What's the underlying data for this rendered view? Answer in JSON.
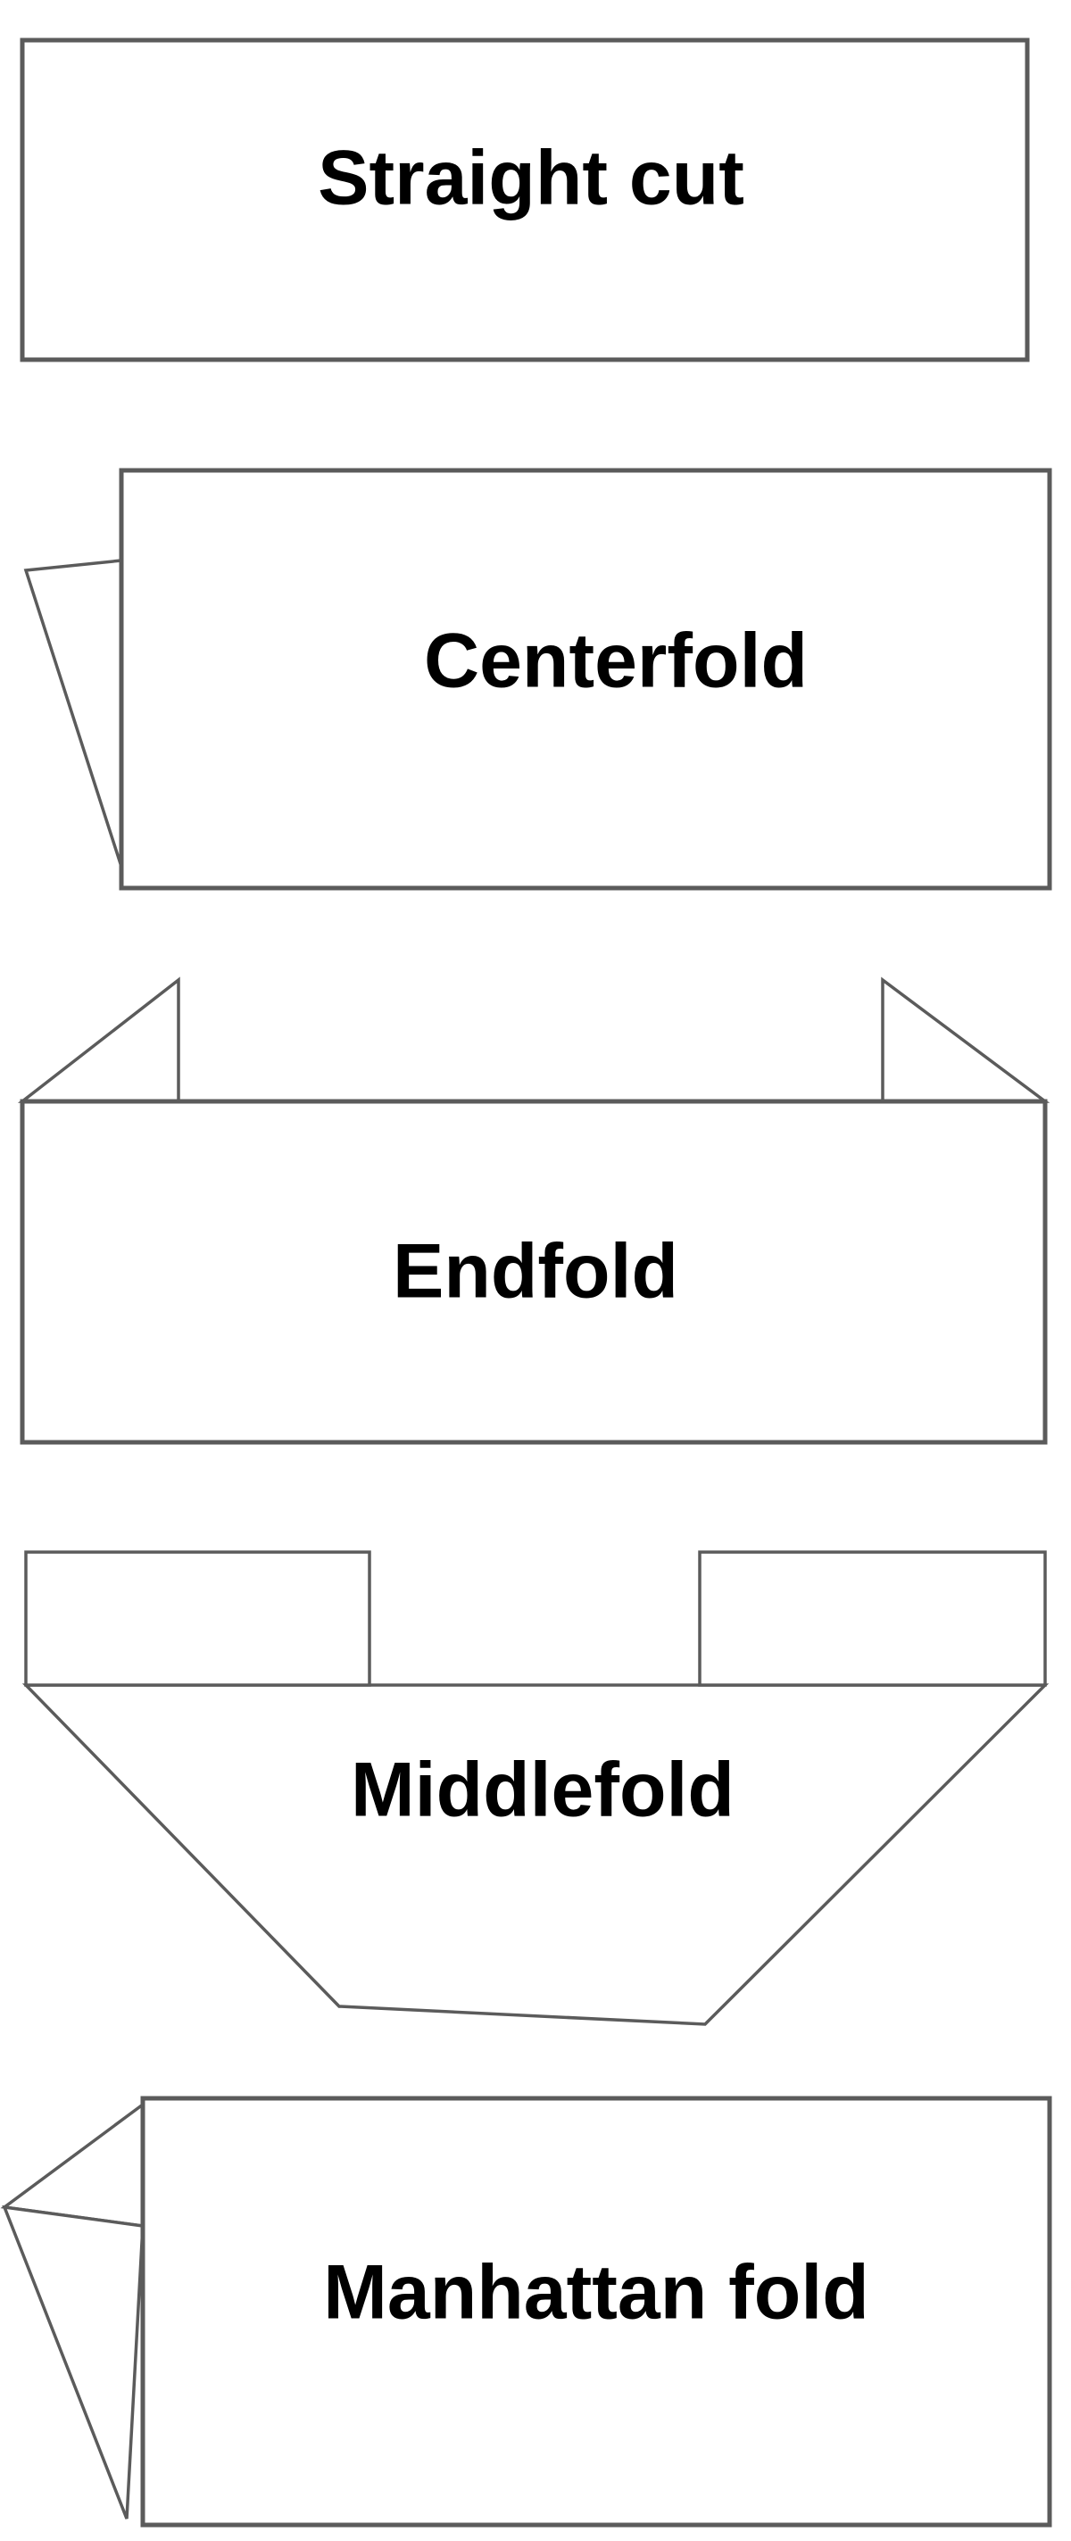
{
  "colors": {
    "border": "#5b5b5b",
    "label_text": "#000000",
    "background": "#ffffff"
  },
  "diagram": {
    "items": [
      {
        "label": "Straight cut"
      },
      {
        "label": "Centerfold"
      },
      {
        "label": "Endfold"
      },
      {
        "label": "Middlefold"
      },
      {
        "label": "Manhattan fold"
      }
    ]
  }
}
